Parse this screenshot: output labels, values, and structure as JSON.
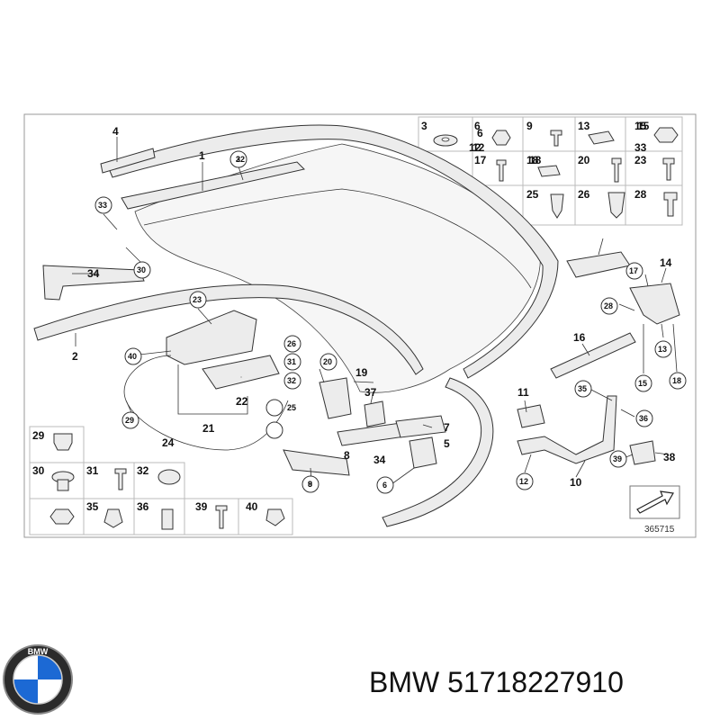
{
  "caption": {
    "brand": "BMW",
    "part_number": "51718227910"
  },
  "diagram": {
    "reference": "365715",
    "callouts_plain": [
      "1",
      "2",
      "4",
      "5",
      "6",
      "7",
      "8",
      "10",
      "11",
      "12",
      "14",
      "15",
      "16",
      "18",
      "19",
      "21",
      "22",
      "24",
      "34",
      "34",
      "37",
      "38"
    ],
    "callouts_circled": [
      "3",
      "6",
      "8",
      "9",
      "12",
      "13",
      "15",
      "17",
      "18",
      "20",
      "22",
      "23",
      "25",
      "26",
      "28",
      "29",
      "30",
      "31",
      "32",
      "33",
      "35",
      "36",
      "39",
      "40"
    ],
    "legend_top": [
      "3",
      "6",
      "12",
      "9",
      "13",
      "15",
      "33",
      "17",
      "18",
      "20",
      "23",
      "25",
      "26",
      "28"
    ],
    "legend_bottom": [
      "29",
      "30",
      "31",
      "32",
      "35",
      "36",
      "39",
      "40"
    ]
  },
  "logo": {
    "letters": "BMW"
  }
}
